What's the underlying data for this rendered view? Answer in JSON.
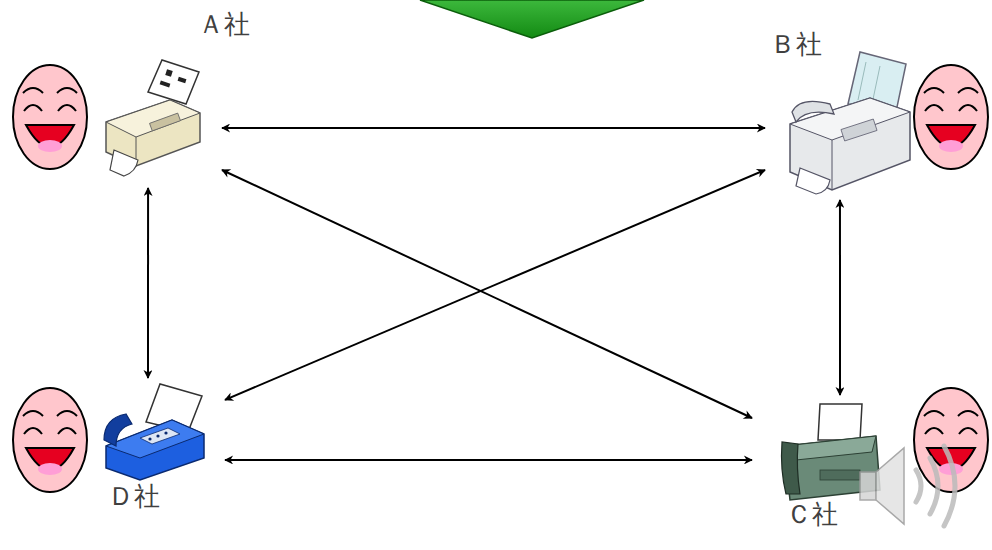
{
  "diagram": {
    "nodes": [
      {
        "text": [
          "Ａ社"
        ]
      },
      {
        "text": [
          "Ｂ社"
        ]
      },
      {
        "text": [
          "Ｄ社"
        ]
      },
      {
        "text": [
          "Ｃ社"
        ]
      }
    ],
    "edges": [
      {
        "from": 0,
        "to": 1,
        "arrow": "both"
      },
      {
        "from": 0,
        "to": 2,
        "arrow": "both"
      },
      {
        "from": 1,
        "to": 3,
        "arrow": "both"
      },
      {
        "from": 2,
        "to": 3,
        "arrow": "both"
      },
      {
        "from": 0,
        "to": 3,
        "arrow": "both"
      },
      {
        "from": 1,
        "to": 2,
        "arrow": "both"
      }
    ]
  }
}
